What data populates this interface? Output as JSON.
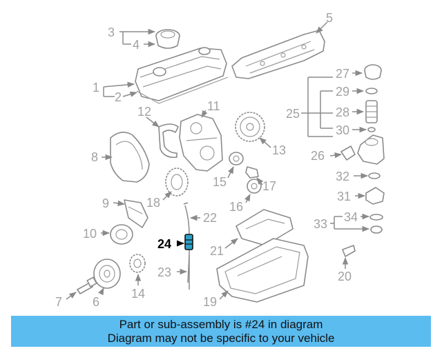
{
  "diagram": {
    "highlight_color": "#2aa0c8",
    "callouts": [
      {
        "id": "1",
        "label": "1"
      },
      {
        "id": "2",
        "label": "2"
      },
      {
        "id": "3",
        "label": "3"
      },
      {
        "id": "4",
        "label": "4"
      },
      {
        "id": "5",
        "label": "5"
      },
      {
        "id": "6",
        "label": "6"
      },
      {
        "id": "7",
        "label": "7"
      },
      {
        "id": "8",
        "label": "8"
      },
      {
        "id": "9",
        "label": "9"
      },
      {
        "id": "10",
        "label": "10"
      },
      {
        "id": "11",
        "label": "11"
      },
      {
        "id": "12",
        "label": "12"
      },
      {
        "id": "13",
        "label": "13"
      },
      {
        "id": "14",
        "label": "14"
      },
      {
        "id": "15",
        "label": "15"
      },
      {
        "id": "16",
        "label": "16"
      },
      {
        "id": "17",
        "label": "17"
      },
      {
        "id": "18",
        "label": "18"
      },
      {
        "id": "19",
        "label": "19"
      },
      {
        "id": "20",
        "label": "20"
      },
      {
        "id": "21",
        "label": "21"
      },
      {
        "id": "22",
        "label": "22"
      },
      {
        "id": "23",
        "label": "23"
      },
      {
        "id": "24",
        "label": "24",
        "highlighted": true
      },
      {
        "id": "25",
        "label": "25"
      },
      {
        "id": "26",
        "label": "26"
      },
      {
        "id": "27",
        "label": "27"
      },
      {
        "id": "28",
        "label": "28"
      },
      {
        "id": "29",
        "label": "29"
      },
      {
        "id": "30",
        "label": "30"
      },
      {
        "id": "31",
        "label": "31"
      },
      {
        "id": "32",
        "label": "32"
      },
      {
        "id": "33",
        "label": "33"
      },
      {
        "id": "34",
        "label": "34"
      }
    ]
  },
  "banner": {
    "line1": "Part or sub-assembly is #24 in diagram",
    "line2": "Diagram may not be specific to your vehicle",
    "background": "#5bbcf0"
  }
}
